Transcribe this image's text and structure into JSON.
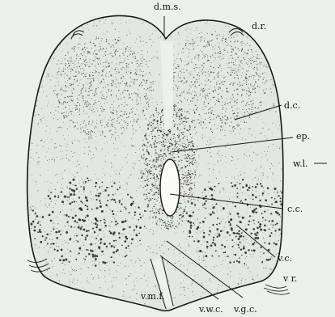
{
  "figure": {
    "background": "#eef0ec",
    "ink_color": "#1a1a1a",
    "stipple_color": "#2a2a2a"
  },
  "labels": {
    "dms": "d.m.s.",
    "dr": "d.r.",
    "dc": "d.c.",
    "ep": "ep.",
    "wl": "w.l.",
    "cc": "c.c.",
    "vc": "v.c.",
    "vr": "v r.",
    "vmf": "v.m.f.",
    "vwc": "v.w.c.",
    "vgc": "v.g.c."
  }
}
